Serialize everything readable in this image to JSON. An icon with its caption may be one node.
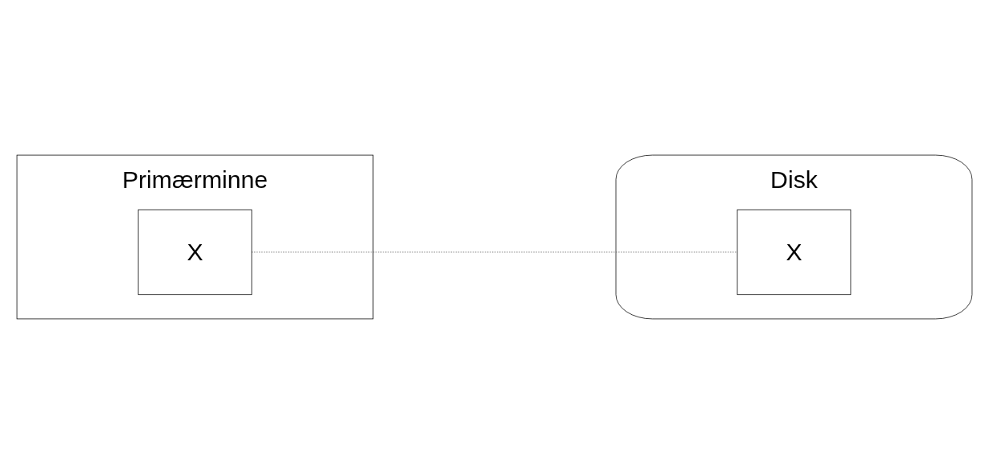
{
  "diagram": {
    "nodes": [
      {
        "text": [
          "Primærminne"
        ]
      },
      {
        "text": [
          "X"
        ],
        "in": 0
      },
      {
        "text": [
          "Disk"
        ]
      },
      {
        "text": [
          "X"
        ],
        "in": 2
      }
    ],
    "edges": [
      {
        "from": 1,
        "to": 3,
        "arrow": "none",
        "style": "dashed"
      }
    ]
  }
}
